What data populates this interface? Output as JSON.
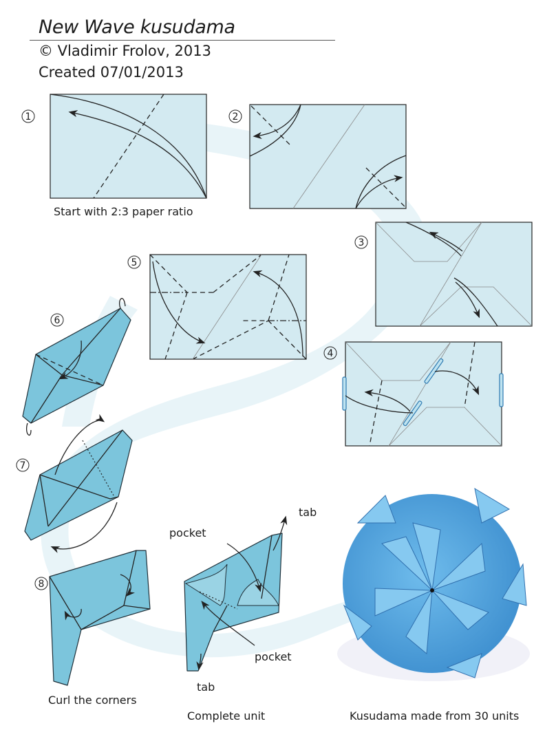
{
  "header": {
    "title": "New Wave kusudama",
    "copyright": "© Vladimir Frolov, 2013",
    "created": "Created 07/01/2013"
  },
  "steps": [
    {
      "number": "1",
      "caption": "Start with 2:3 paper ratio"
    },
    {
      "number": "2"
    },
    {
      "number": "3"
    },
    {
      "number": "4"
    },
    {
      "number": "5"
    },
    {
      "number": "6"
    },
    {
      "number": "7"
    },
    {
      "number": "8",
      "caption": "Curl the corners"
    }
  ],
  "complete_unit": {
    "caption": "Complete unit",
    "labels": {
      "pocket_top": "pocket",
      "pocket_bottom": "pocket",
      "tab_top": "tab",
      "tab_bottom": "tab"
    }
  },
  "photo": {
    "caption": "Kusudama made from 30 units"
  },
  "colors": {
    "paper": "#d3eaf1",
    "unit": "#7cc5dc",
    "swirl": "#e8f4f8",
    "kusudama": "#4fa6de"
  }
}
